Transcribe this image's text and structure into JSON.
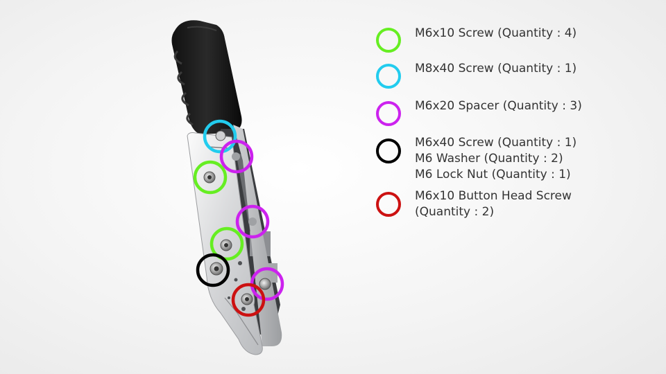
{
  "legend": [
    {
      "color": "#66ee22",
      "lines": [
        "M6x10 Screw (Quantity : 4)"
      ]
    },
    {
      "color": "#22ccee",
      "lines": [
        "M8x40 Screw (Quantity : 1)"
      ]
    },
    {
      "color": "#cc22ee",
      "lines": [
        "M6x20 Spacer (Quantity : 3)"
      ]
    },
    {
      "color": "#000000",
      "lines": [
        "M6x40 Screw (Quantity : 1)",
        "M6 Washer (Quantity : 2)",
        "M6 Lock Nut (Quantity : 1)"
      ]
    },
    {
      "color": "#cc1111",
      "lines": [
        "M6x10 Button Head Screw",
        "(Quantity : 2)"
      ]
    }
  ],
  "markers": [
    {
      "part": 1,
      "color": "#22ccee"
    },
    {
      "part": 2,
      "color": "#cc22ee"
    },
    {
      "part": 0,
      "color": "#66ee22"
    },
    {
      "part": 2,
      "color": "#cc22ee"
    },
    {
      "part": 0,
      "color": "#66ee22"
    },
    {
      "part": 3,
      "color": "#000000"
    },
    {
      "part": 2,
      "color": "#cc22ee"
    },
    {
      "part": 4,
      "color": "#cc1111"
    }
  ]
}
